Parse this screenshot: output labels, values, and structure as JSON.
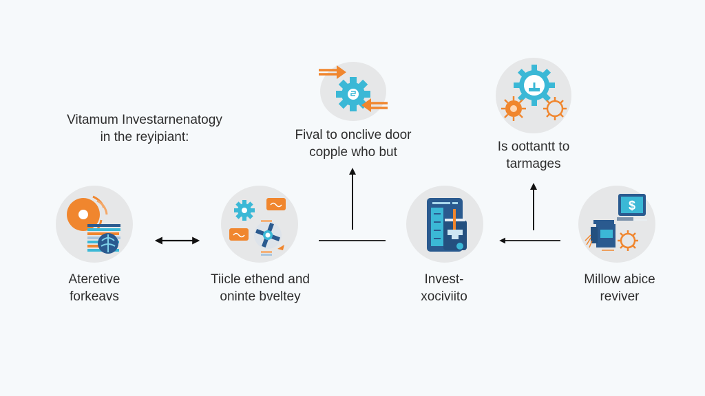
{
  "diagram": {
    "title_lines": [
      "Vitamum Investarnenatogy",
      "in the reyipiant:"
    ],
    "top_nodes": [
      {
        "id": "top-center",
        "icon": "gear-with-arrows-icon",
        "lines": [
          "Fival to onclive door",
          "copple who but"
        ]
      },
      {
        "id": "top-right",
        "icon": "gears-cluster-icon",
        "lines": [
          "Is oottantt to",
          "tarmages"
        ]
      }
    ],
    "bottom_nodes": [
      {
        "id": "node-1",
        "icon": "disc-and-brain-icon",
        "lines": [
          "Ateretive",
          "forkeavs"
        ]
      },
      {
        "id": "node-2",
        "icon": "gear-and-chat-icon",
        "lines": [
          "Tiicle ethend and",
          "oninte bveltey"
        ]
      },
      {
        "id": "node-3",
        "icon": "document-tablet-icon",
        "lines": [
          "Invest-",
          "xociviito"
        ]
      },
      {
        "id": "node-4",
        "icon": "monitor-dollar-gear-icon",
        "lines": [
          "Millow abice",
          "reviver"
        ]
      }
    ],
    "connectors": [
      {
        "from": "node-1",
        "to": "node-2",
        "type": "double-arrow"
      },
      {
        "from": "node-2",
        "to": "node-3",
        "type": "line"
      },
      {
        "from": "node-2-3-junction",
        "to": "top-center",
        "type": "arrow-up"
      },
      {
        "from": "node-4",
        "to": "node-3",
        "type": "arrow-left"
      },
      {
        "from": "node-3-4-junction",
        "to": "top-right",
        "type": "arrow-up"
      }
    ],
    "colors": {
      "orange": "#f0862e",
      "cyan": "#3bb8d6",
      "navy": "#2a5a8f",
      "disc": "#e6e7e8",
      "background": "#f6f9fb",
      "line": "#111111"
    }
  }
}
